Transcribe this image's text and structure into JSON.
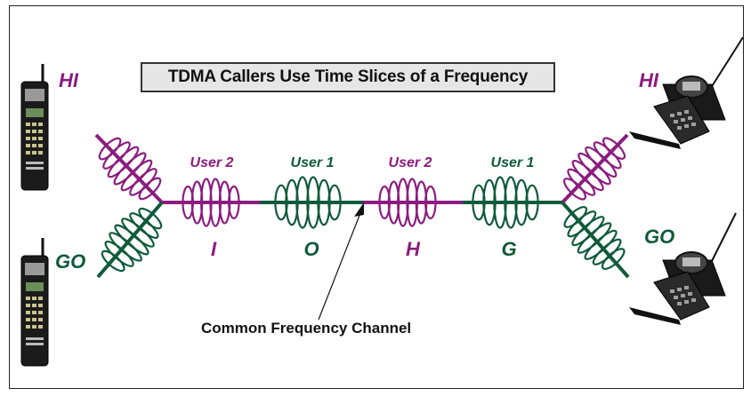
{
  "title": "TDMA Callers Use Time Slices of a Frequency",
  "caption": "Common Frequency Channel",
  "colors": {
    "user2": "#8b1c7f",
    "user1": "#0f5a3a",
    "frame": "#222222",
    "title_bg": "#e6e6e6"
  },
  "left_phones": [
    {
      "label": "HI",
      "icon": "mobile-phone-icon"
    },
    {
      "label": "GO",
      "icon": "mobile-phone-icon"
    }
  ],
  "right_phones": [
    {
      "label": "HI",
      "icon": "flip-phone-icon"
    },
    {
      "label": "GO",
      "icon": "flip-phone-icon"
    }
  ],
  "slots": [
    {
      "user": "User 2",
      "letter": "I"
    },
    {
      "user": "User 1",
      "letter": "O"
    },
    {
      "user": "User 2",
      "letter": "H"
    },
    {
      "user": "User 1",
      "letter": "G"
    }
  ]
}
